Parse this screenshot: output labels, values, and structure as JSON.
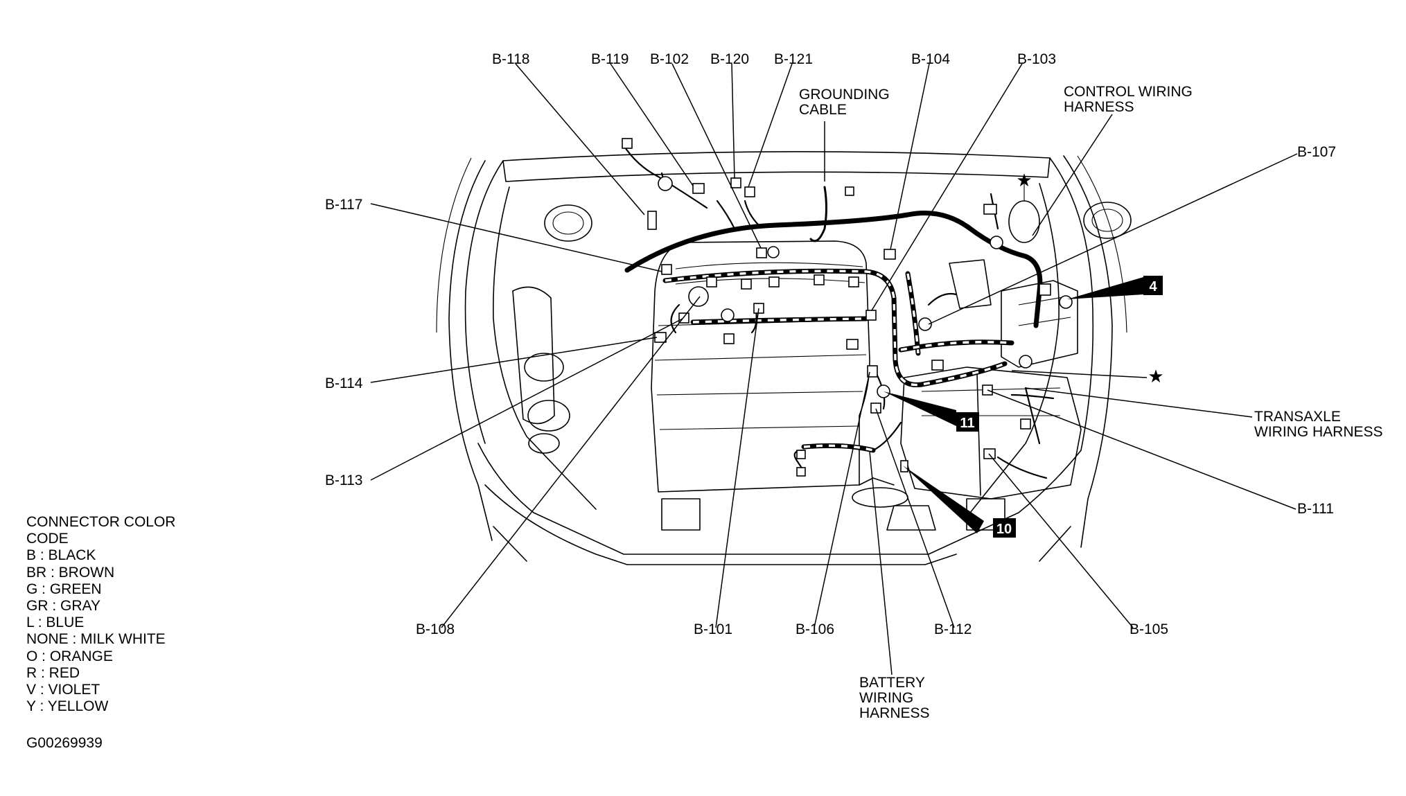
{
  "labels": {
    "b118": "B-118",
    "b119": "B-119",
    "b102": "B-102",
    "b120": "B-120",
    "b121": "B-121",
    "b104": "B-104",
    "b103": "B-103",
    "b107": "B-107",
    "b117": "B-117",
    "b114": "B-114",
    "b113": "B-113",
    "b108": "B-108",
    "b101": "B-101",
    "b106": "B-106",
    "b112": "B-112",
    "b105": "B-105",
    "b111": "B-111",
    "grounding_line1": "GROUNDING",
    "grounding_line2": "CABLE",
    "control_line1": "CONTROL WIRING",
    "control_line2": "HARNESS",
    "transaxle_line1": "TRANSAXLE",
    "transaxle_line2": "WIRING HARNESS",
    "battery_line1": "BATTERY",
    "battery_line2": "WIRING",
    "battery_line3": "HARNESS"
  },
  "badges": {
    "b4": "4",
    "b11": "11",
    "b10": "10"
  },
  "legend": {
    "title_line1": "CONNECTOR COLOR",
    "title_line2": "CODE",
    "items": [
      "B : BLACK",
      "BR : BROWN",
      "G : GREEN",
      "GR : GRAY",
      "L : BLUE",
      "NONE : MILK WHITE",
      "O : ORANGE",
      "R : RED",
      "V : VIOLET",
      "Y : YELLOW"
    ]
  },
  "figure_id": "G00269939"
}
